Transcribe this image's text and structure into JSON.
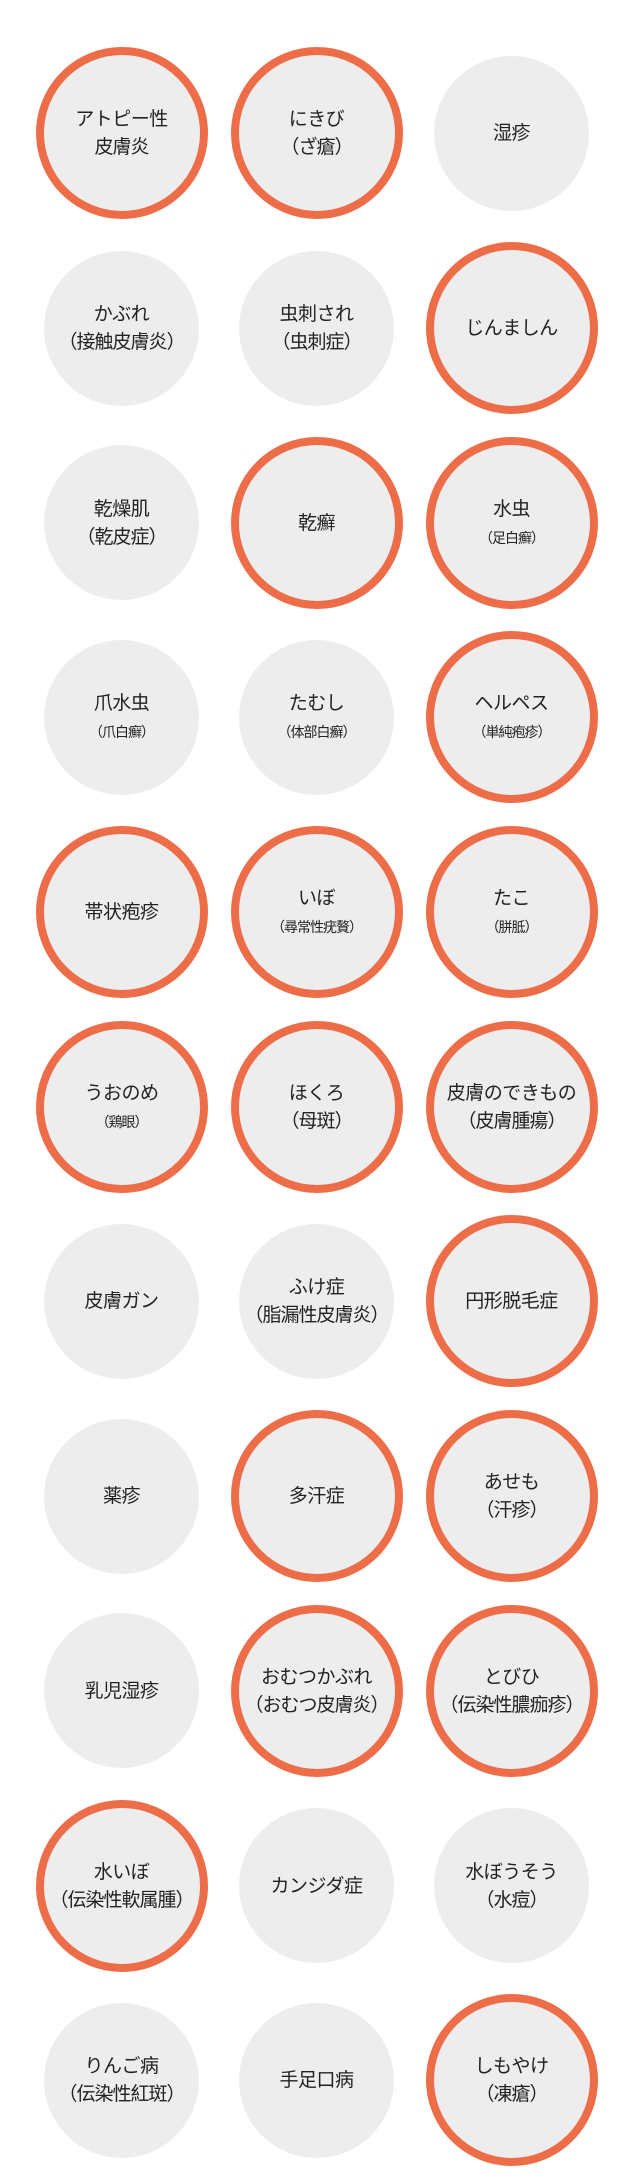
{
  "accent_color": "#ec6d48",
  "items": [
    {
      "name": "アトピー性",
      "sub": "皮膚炎",
      "selected": true,
      "small": false
    },
    {
      "name": "にきび",
      "sub": "（ざ瘡）",
      "selected": true,
      "small": false
    },
    {
      "name": "湿疹",
      "sub": "",
      "selected": false,
      "small": false
    },
    {
      "name": "かぶれ",
      "sub": "（接触皮膚炎）",
      "selected": false,
      "small": false
    },
    {
      "name": "虫刺され",
      "sub": "（虫刺症）",
      "selected": false,
      "small": false
    },
    {
      "name": "じんましん",
      "sub": "",
      "selected": true,
      "small": false
    },
    {
      "name": "乾燥肌",
      "sub": "（乾皮症）",
      "selected": false,
      "small": false
    },
    {
      "name": "乾癬",
      "sub": "",
      "selected": true,
      "small": false
    },
    {
      "name": "水虫",
      "sub": "（足白癬）",
      "selected": true,
      "small": true
    },
    {
      "name": "爪水虫",
      "sub": "（爪白癬）",
      "selected": false,
      "small": true
    },
    {
      "name": "たむし",
      "sub": "（体部白癬）",
      "selected": false,
      "small": true
    },
    {
      "name": "ヘルペス",
      "sub": "（単純疱疹）",
      "selected": true,
      "small": true
    },
    {
      "name": "帯状疱疹",
      "sub": "",
      "selected": true,
      "small": false
    },
    {
      "name": "いぼ",
      "sub": "（尋常性疣贅）",
      "selected": true,
      "small": true
    },
    {
      "name": "たこ",
      "sub": "（胼胝）",
      "selected": true,
      "small": true
    },
    {
      "name": "うおのめ",
      "sub": "（鶏眼）",
      "selected": true,
      "small": true
    },
    {
      "name": "ほくろ",
      "sub": "（母斑）",
      "selected": true,
      "small": false
    },
    {
      "name": "皮膚のできもの",
      "sub": "（皮膚腫瘍）",
      "selected": true,
      "small": false
    },
    {
      "name": "皮膚ガン",
      "sub": "",
      "selected": false,
      "small": false
    },
    {
      "name": "ふけ症",
      "sub": "（脂漏性皮膚炎）",
      "selected": false,
      "small": false
    },
    {
      "name": "円形脱毛症",
      "sub": "",
      "selected": true,
      "small": false
    },
    {
      "name": "薬疹",
      "sub": "",
      "selected": false,
      "small": false
    },
    {
      "name": "多汗症",
      "sub": "",
      "selected": true,
      "small": false
    },
    {
      "name": "あせも",
      "sub": "（汗疹）",
      "selected": true,
      "small": false
    },
    {
      "name": "乳児湿疹",
      "sub": "",
      "selected": false,
      "small": false
    },
    {
      "name": "おむつかぶれ",
      "sub": "（おむつ皮膚炎）",
      "selected": true,
      "small": false
    },
    {
      "name": "とびひ",
      "sub": "（伝染性膿痂疹）",
      "selected": true,
      "small": false
    },
    {
      "name": "水いぼ",
      "sub": "（伝染性軟属腫）",
      "selected": true,
      "small": false
    },
    {
      "name": "カンジダ症",
      "sub": "",
      "selected": false,
      "small": false
    },
    {
      "name": "水ぼうそう",
      "sub": "（水痘）",
      "selected": false,
      "small": false
    },
    {
      "name": "りんご病",
      "sub": "（伝染性紅斑）",
      "selected": false,
      "small": false
    },
    {
      "name": "手足口病",
      "sub": "",
      "selected": false,
      "small": false
    },
    {
      "name": "しもやけ",
      "sub": "（凍瘡）",
      "selected": true,
      "small": false
    }
  ]
}
